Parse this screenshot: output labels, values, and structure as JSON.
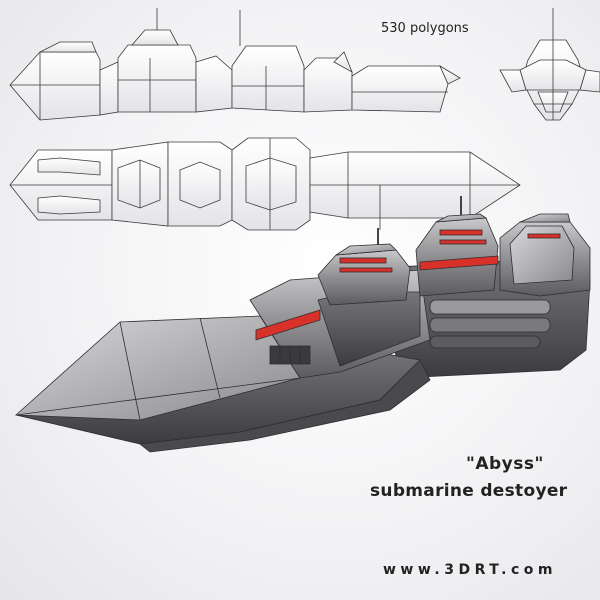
{
  "labels": {
    "polygon_count": "530 polygons",
    "model_name": "\"Abyss\"",
    "model_type": "submarine destoyer",
    "website": "www.3DRT.com"
  },
  "colors": {
    "hull": "#8e8e90",
    "hull_dark": "#4a4a4e",
    "accent_red": "#d8312a",
    "wire": "#333333",
    "background": "#f2f2f4"
  }
}
